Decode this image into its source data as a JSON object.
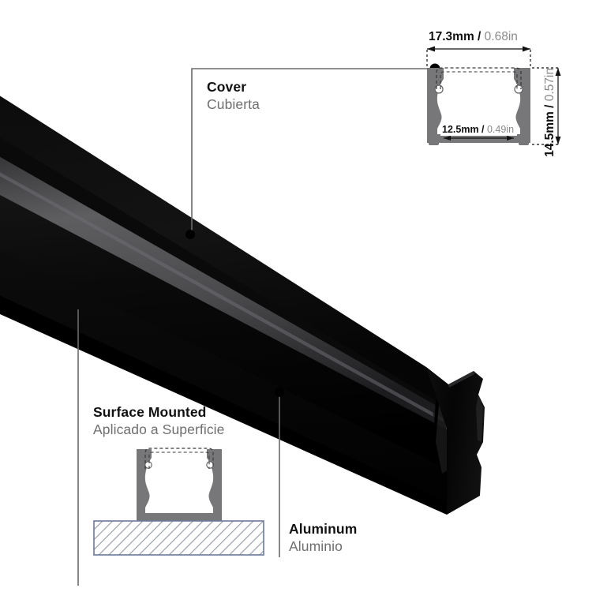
{
  "diagram": {
    "type": "led-aluminum-profile-technical-diagram",
    "background": "#ffffff"
  },
  "callouts": [
    {
      "id": "cover",
      "en": "Cover",
      "es": "Cubierta"
    },
    {
      "id": "surface",
      "en": "Surface Mounted",
      "es": "Aplicado a Superficie"
    },
    {
      "id": "aluminum",
      "en": "Aluminum",
      "es": "Aluminio"
    }
  ],
  "dimensions": {
    "width": {
      "mm": "17.3mm",
      "slash": " / ",
      "inch": "0.68in"
    },
    "height": {
      "mm": "14.5mm",
      "slash": " / ",
      "inch": "0.57in"
    },
    "inner": {
      "mm": "12.5mm",
      "slash": " / ",
      "inch": "0.49in"
    }
  },
  "colors": {
    "profile_gray": "#77777a",
    "profile_gray_dark": "#5d5d61",
    "dim_text": "#111111",
    "inch_text": "#8a8a8a",
    "es_text": "#6f6f6f",
    "leader": "#6b6b6b",
    "surface_block_border": "#6a7a9a",
    "hatch": "#9aa0ab",
    "body_black": "#000000",
    "diffuser_gray": "#5a5a5c"
  }
}
